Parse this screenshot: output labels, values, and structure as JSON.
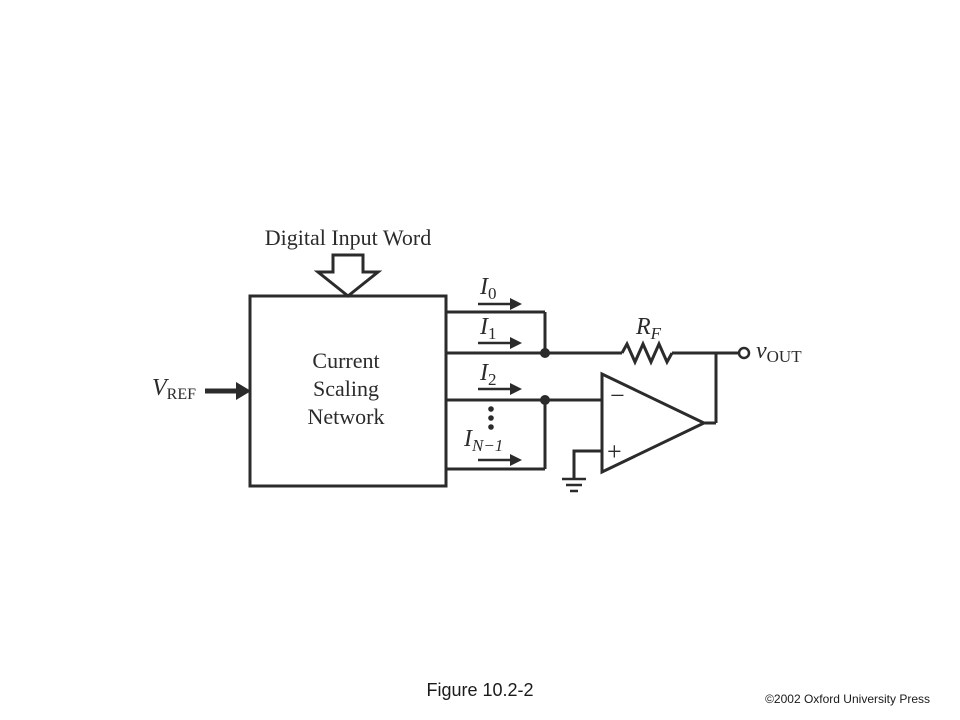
{
  "diagram": {
    "digital_input_label": "Digital Input Word",
    "block_label": [
      "Current",
      "Scaling",
      "Network"
    ],
    "vref": {
      "main": "V",
      "sub": "REF"
    },
    "currents": [
      {
        "main": "I",
        "sub": "0"
      },
      {
        "main": "I",
        "sub": "1"
      },
      {
        "main": "I",
        "sub": "2"
      },
      {
        "main": "I",
        "sub": "N−1"
      }
    ],
    "resistor": {
      "main": "R",
      "sub": "F"
    },
    "output": {
      "main": "v",
      "sub": "OUT"
    },
    "opamp_minus": "−",
    "opamp_plus": "+"
  },
  "caption": "Figure 10.2-2",
  "copyright": "©2002 Oxford University Press",
  "colors": {
    "ink": "#2b2b2b",
    "background": "#ffffff"
  }
}
